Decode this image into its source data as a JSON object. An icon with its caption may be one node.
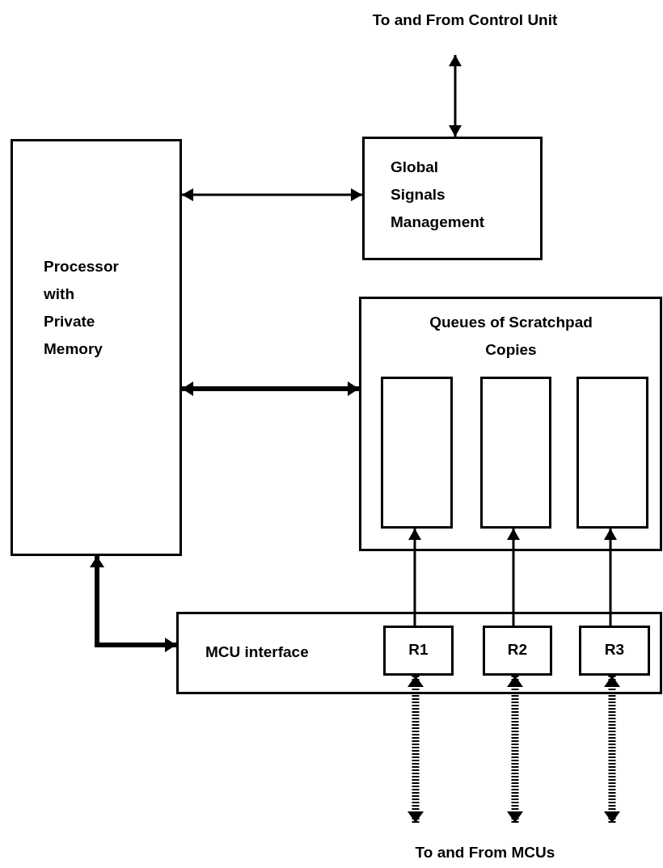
{
  "diagram": {
    "nodes": [
      {
        "text": [
          "To and From Control Unit"
        ]
      },
      {
        "text": [
          "Processor with Private Memory"
        ]
      },
      {
        "text": [
          "Global Signals Management"
        ]
      },
      {
        "text": [
          "Queues of Scratchpad Copies"
        ]
      },
      {
        "text": [],
        "shape": "box",
        "in": 3
      },
      {
        "text": [],
        "shape": "box",
        "in": 3
      },
      {
        "text": [],
        "shape": "box",
        "in": 3
      },
      {
        "text": [
          "MCU interface"
        ]
      },
      {
        "text": [
          "R1"
        ],
        "in": 7
      },
      {
        "text": [
          "R2"
        ],
        "in": 7
      },
      {
        "text": [
          "R3"
        ],
        "in": 7
      },
      {
        "text": [
          "To and From MCUs"
        ]
      }
    ],
    "edges": [
      {
        "from": 0,
        "to": 2,
        "arrow": "both"
      },
      {
        "from": 1,
        "to": 2,
        "arrow": "both"
      },
      {
        "from": 1,
        "to": 3,
        "arrow": "both",
        "style": "thick"
      },
      {
        "from": 1,
        "to": 7,
        "arrow": "both",
        "style": "thick"
      },
      {
        "from": 8,
        "to": 4,
        "arrow": "to"
      },
      {
        "from": 9,
        "to": 5,
        "arrow": "to"
      },
      {
        "from": 10,
        "to": 6,
        "arrow": "to"
      },
      {
        "from": 8,
        "to": 11,
        "arrow": "both",
        "style": "dashed"
      },
      {
        "from": 9,
        "to": 11,
        "arrow": "both",
        "style": "dashed"
      },
      {
        "from": 10,
        "to": 11,
        "arrow": "both",
        "style": "dashed"
      }
    ]
  }
}
